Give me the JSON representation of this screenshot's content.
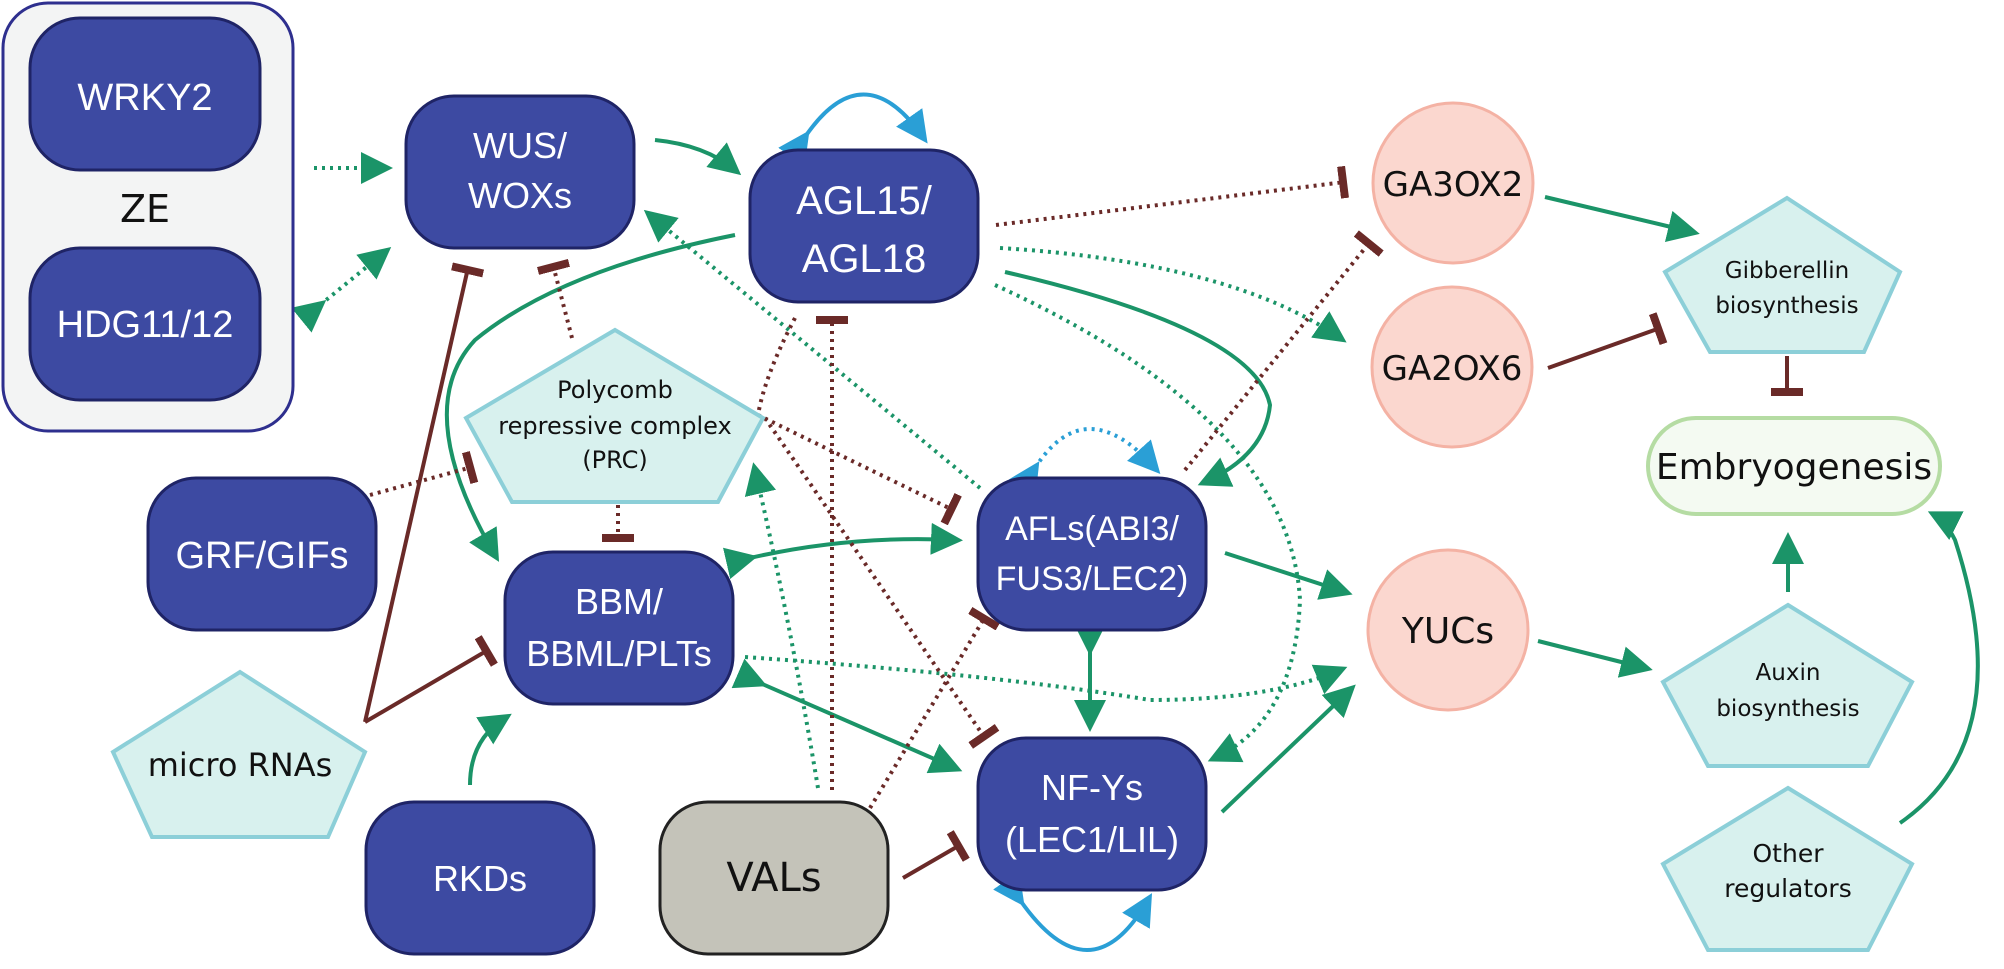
{
  "nodes": {
    "wrky2": "WRKY2",
    "ze": "ZE",
    "hdg": "HDG11/12",
    "wus_l1": "WUS/",
    "wus_l2": "WOXs",
    "agl_l1": "AGL15/",
    "agl_l2": "AGL18",
    "ga3ox2": "GA3OX2",
    "ga2ox6": "GA2OX6",
    "gib_l1": "Gibberellin",
    "gib_l2": "biosynthesis",
    "prc_l1": "Polycomb",
    "prc_l2": "repressive complex",
    "prc_l3": "(PRC)",
    "embryo": "Embryogenesis",
    "grf": "GRF/GIFs",
    "bbm_l1": "BBM/",
    "bbm_l2": "BBML/PLTs",
    "afl_l1": "AFLs(ABI3/",
    "afl_l2": "FUS3/LEC2)",
    "yucs": "YUCs",
    "auxin_l1": "Auxin",
    "auxin_l2": "biosynthesis",
    "mirna": "micro RNAs",
    "rkds": "RKDs",
    "vals": "VALs",
    "nfy_l1": "NF-Ys",
    "nfy_l2": "(LEC1/LIL)",
    "other_l1": "Other",
    "other_l2": "regulators"
  },
  "colors": {
    "activation": "#1b9468",
    "repression": "#6a2a28",
    "self_interaction": "#2a9fd6",
    "transcription_factor": "#3d4aa2",
    "hormone_gene": "#fbd7cf",
    "process": "#d8f1ee",
    "repressor_protein": "#c4c3b9"
  }
}
